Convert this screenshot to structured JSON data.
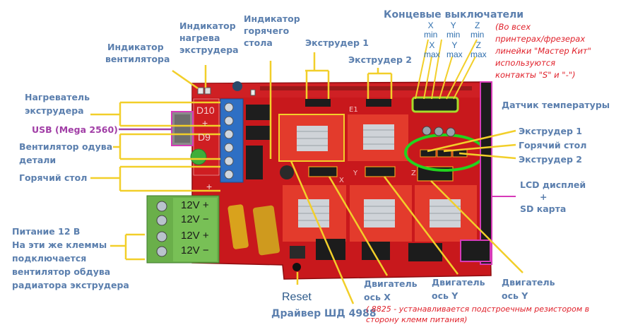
{
  "labels": {
    "fan_indicator": [
      "Индикатор",
      "вентилятора"
    ],
    "extruder_heat_indicator": [
      "Индикатор",
      "нагрева",
      "экструдера"
    ],
    "bed_indicator": [
      "Индикатор",
      "горячего",
      "стола"
    ],
    "extruder1_top": "Экструдер 1",
    "extruder2_top": "Экструдер 2",
    "endstops_title": "Концевые выключатели",
    "endstops": {
      "x_min": [
        "X",
        "min"
      ],
      "y_min": [
        "Y",
        "min"
      ],
      "z_min": [
        "Z",
        "min"
      ],
      "x_max": [
        "X",
        "max"
      ],
      "y_max": [
        "Y",
        "max"
      ],
      "z_max": [
        "Z",
        "max"
      ]
    },
    "endstop_note": [
      "(Во всех",
      "принтерах/фрезерах",
      "линейки \"Мастер Кит\"",
      "используются",
      "контакты \"S\" и \"-\")"
    ],
    "temp_sensor": "Датчик температуры",
    "temp_extruder1": "Экструдер 1",
    "temp_bed": "Горячий стол",
    "temp_extruder2": "Экструдер 2",
    "lcd": [
      "LCD дисплей",
      "+",
      "SD карта"
    ],
    "extruder_heater": [
      "Нагреватель",
      "экструдера"
    ],
    "usb": "USB (Mega 2560)",
    "part_fan": [
      "Вентилятор одува",
      "детали"
    ],
    "hot_bed": "Горячий стол",
    "power": [
      "Питание 12 В",
      "На эти же клеммы",
      "подключается",
      "вентилятор обдува",
      "радиатора экструдера"
    ],
    "reset": "Reset",
    "driver": "Драйвер ШД 4988",
    "motor_x": [
      "Двигатель",
      "ось X"
    ],
    "motor_y1": [
      "Двигатель",
      "ось Y"
    ],
    "motor_y2": [
      "Двигатель",
      "ось Y"
    ],
    "driver_note": [
      "( 8825 - устанавливается подстроечным резистором в",
      "сторону клемм питания)"
    ]
  },
  "board": {
    "terminal_labels": [
      "D10",
      "+",
      "D9",
      "+"
    ],
    "power_terminals": [
      "12V +",
      "12V −",
      "12V +",
      "12V −"
    ],
    "driver_axis_labels": [
      "X",
      "Y",
      "Z",
      "E1"
    ]
  },
  "colors": {
    "label_blue": "#5b7fae",
    "note_red": "#e0202a",
    "usb_purple": "#a13ea6",
    "pcb_red": "#c8181c",
    "callout_yellow": "#f2cf2a",
    "highlight_green": "#22d41e",
    "lime_box": "#a6dc2a",
    "magenta_box": "#d63ab8"
  }
}
